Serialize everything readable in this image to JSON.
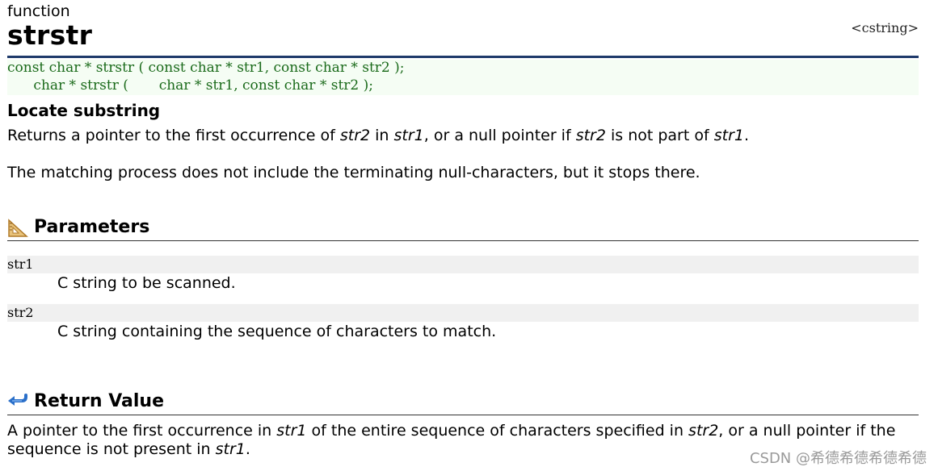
{
  "header": {
    "kind": "function",
    "title": "strstr",
    "header_file": "<cstring>"
  },
  "prototype": {
    "line1": "const char * strstr ( const char * str1, const char * str2 );",
    "line2": "      char * strstr (       char * str1, const char * str2 );"
  },
  "description": {
    "heading": "Locate substring",
    "p1": [
      "Returns a pointer to the first occurrence of ",
      "str2",
      " in ",
      "str1",
      ", or a null pointer if ",
      "str2",
      " is not part of ",
      "str1",
      "."
    ],
    "p2": "The matching process does not include the terminating null-characters, but it stops there."
  },
  "parameters": {
    "heading": "Parameters",
    "icon": "ruler-triangle-icon",
    "items": [
      {
        "name": "str1",
        "desc": "C string to be scanned."
      },
      {
        "name": "str2",
        "desc": "C string containing the sequence of characters to match."
      }
    ]
  },
  "return_value": {
    "heading": "Return Value",
    "icon": "return-arrow-icon",
    "line1": [
      "A pointer to the first occurrence in ",
      "str1",
      " of the entire sequence of characters specified in ",
      "str2",
      ", or a null pointer if the"
    ],
    "line2": [
      "sequence is not present in ",
      "str1",
      "."
    ]
  },
  "watermark": "CSDN @希德希德希德希德",
  "colors": {
    "title_rule": "#1f3a6b",
    "prototype_bg": "#f5fdf4",
    "prototype_text": "#1a6a1a",
    "param_bg": "#f0f0f0"
  }
}
